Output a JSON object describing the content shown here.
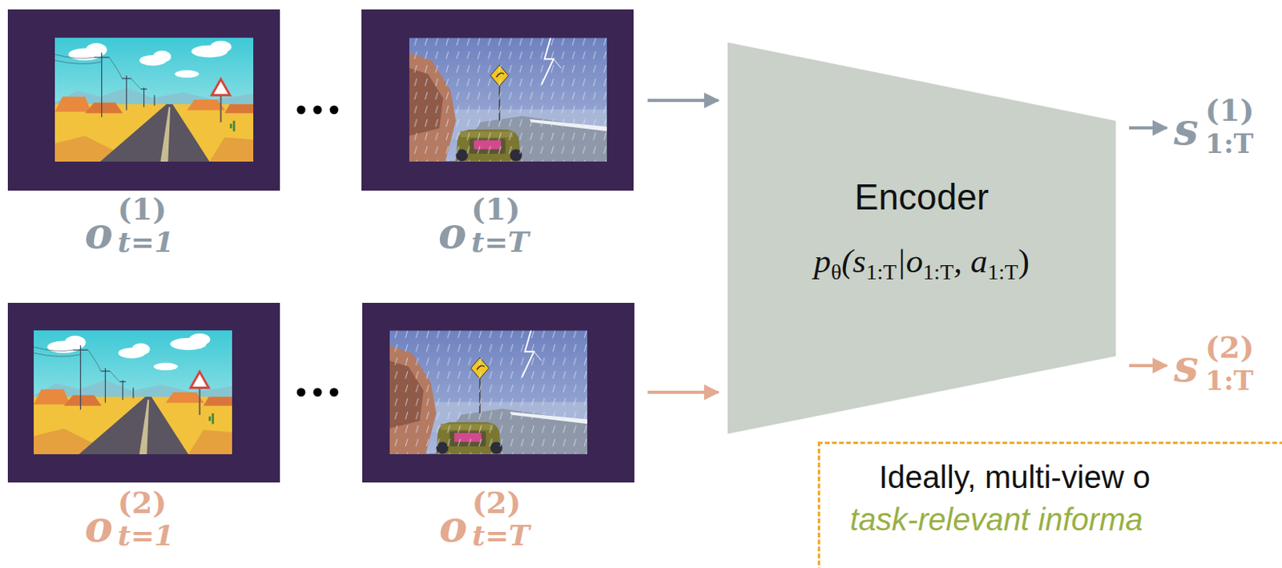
{
  "diagram": {
    "nodes": [
      {
        "text": [
          "o",
          "(1)",
          "t=1"
        ]
      },
      {
        "text": [
          "o",
          "(1)",
          "t=T"
        ]
      },
      {
        "text": [
          "o",
          "(2)",
          "t=1"
        ]
      },
      {
        "text": [
          "o",
          "(2)",
          "t=T"
        ]
      },
      {
        "text": [
          "Encoder",
          "p",
          "θ",
          "(s",
          "1:T",
          "|o",
          "1:T",
          ", a",
          "1:T",
          ")"
        ]
      },
      {
        "text": [
          "Ideally, multi-view o",
          "task-relevant informa"
        ]
      }
    ],
    "edges": [
      {
        "from": 1,
        "to": 4,
        "arrow": "to"
      },
      {
        "from": 3,
        "to": 4,
        "arrow": "to"
      }
    ],
    "labels": [
      "s",
      "(1)",
      "1:T",
      "s",
      "(2)",
      "1:T"
    ]
  }
}
